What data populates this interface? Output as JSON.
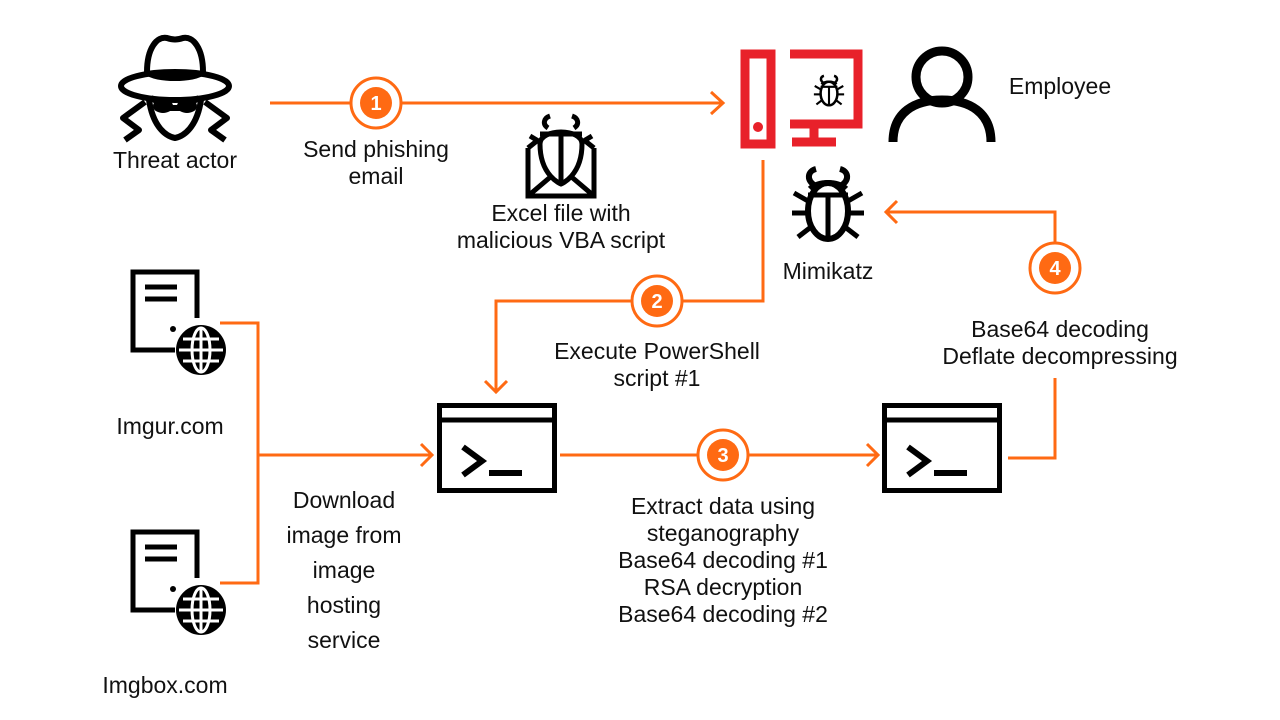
{
  "colors": {
    "flow": "#ff6a13",
    "infected_pc": "#e8212a",
    "icon": "#000000",
    "text": "#111111"
  },
  "nodes": {
    "threat_actor": {
      "label": "Threat actor",
      "icon": "spy-icon"
    },
    "employee": {
      "label": "Employee",
      "icon": "user-icon"
    },
    "infected_pc": {
      "icon": "infected-computer-icon"
    },
    "phishing_email": {
      "lines": [
        "Excel file with",
        "malicious VBA script"
      ],
      "icon": "malicious-email-icon"
    },
    "mimikatz": {
      "label": "Mimikatz",
      "icon": "bug-icon"
    },
    "imgur": {
      "label": "Imgur.com",
      "icon": "web-server-icon"
    },
    "imgbox": {
      "label": "Imgbox.com",
      "icon": "web-server-icon"
    },
    "powershell_1": {
      "icon": "terminal-icon"
    },
    "powershell_2": {
      "icon": "terminal-icon"
    }
  },
  "steps": [
    {
      "number": "1",
      "lines": [
        "Send phishing",
        "email"
      ]
    },
    {
      "number": "2",
      "lines": [
        "Execute PowerShell",
        "script #1"
      ]
    },
    {
      "number": "3",
      "lines": [
        "Extract data using",
        "steganography",
        "Base64 decoding #1",
        "RSA decryption",
        "Base64 decoding #2"
      ]
    },
    {
      "number": "4",
      "lines": [
        "Base64 decoding",
        "Deflate decompressing"
      ]
    }
  ],
  "download_step": {
    "lines": [
      "Download",
      "image from",
      "image",
      "hosting",
      "service"
    ]
  }
}
